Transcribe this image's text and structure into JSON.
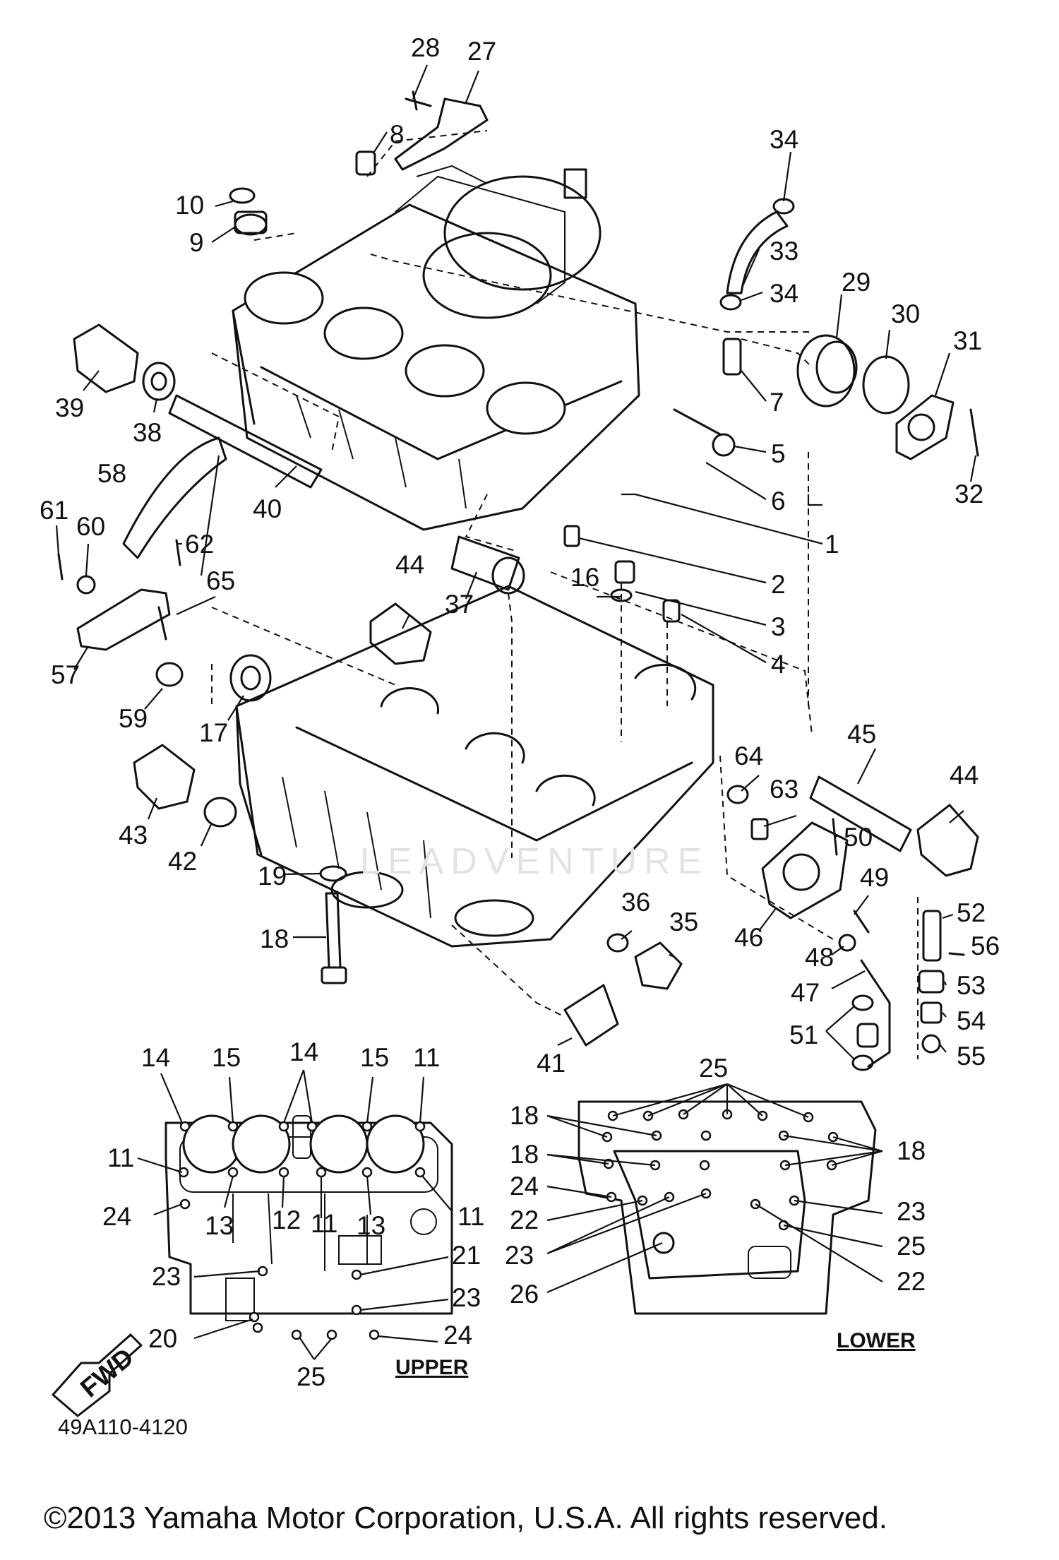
{
  "diagram_code": "49A110-4120",
  "copyright": "©2013 Yamaha Motor Corporation, U.S.A. All rights reserved.",
  "panels": {
    "upper": "UPPER",
    "lower": "LOWER"
  },
  "fwd_label": "FWD",
  "watermark": "LEADVENTURE",
  "callouts": [
    "1",
    "2",
    "3",
    "4",
    "5",
    "6",
    "7",
    "8",
    "9",
    "10",
    "11",
    "12",
    "13",
    "14",
    "15",
    "16",
    "17",
    "18",
    "19",
    "20",
    "21",
    "22",
    "23",
    "24",
    "25",
    "26",
    "27",
    "28",
    "29",
    "30",
    "31",
    "32",
    "33",
    "34",
    "35",
    "36",
    "37",
    "38",
    "39",
    "40",
    "41",
    "42",
    "43",
    "44",
    "45",
    "46",
    "47",
    "48",
    "49",
    "50",
    "51",
    "52",
    "53",
    "54",
    "55",
    "56",
    "57",
    "58",
    "59",
    "60",
    "61",
    "62",
    "63",
    "64",
    "65"
  ]
}
